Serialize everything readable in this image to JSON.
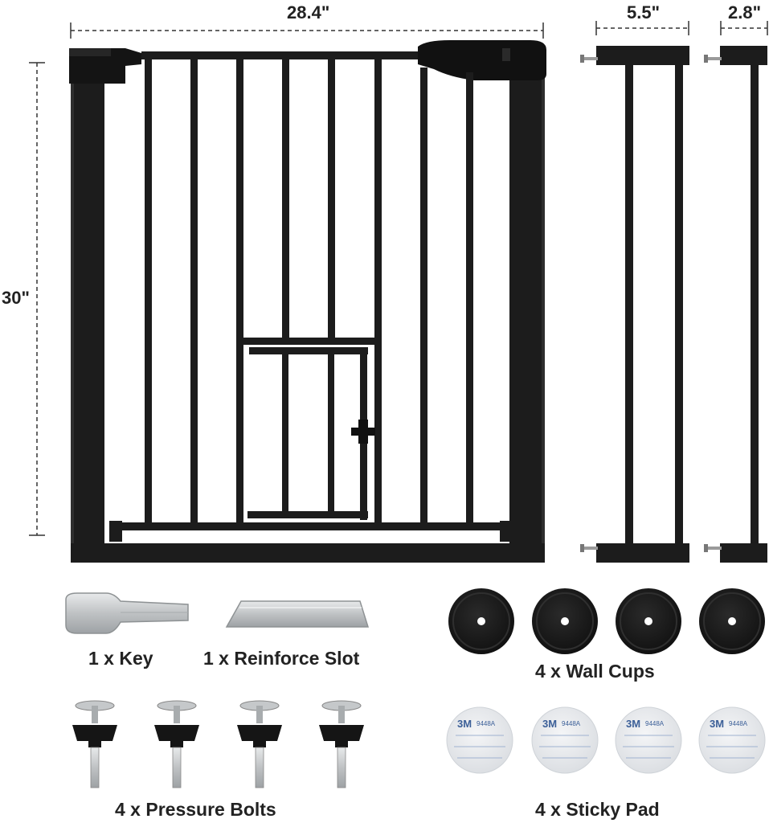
{
  "dimensions": {
    "width_label": "28.4\"",
    "height_label": "30\"",
    "extension_large_label": "5.5\"",
    "extension_small_label": "2.8\""
  },
  "accessories": {
    "key": "1 x Key",
    "reinforce_slot": "1 x Reinforce Slot",
    "wall_cups": "4 x Wall Cups",
    "pressure_bolts": "4 x Pressure Bolts",
    "sticky_pad": "4 x Sticky Pad",
    "sticky_pad_brand": "3M",
    "sticky_pad_code": "9448A"
  },
  "colors": {
    "frame": "#1c1c1c",
    "frame_edge": "#2e2e2e",
    "label": "#222222",
    "metal": "#c9cbcc",
    "pad": "#e9ebee",
    "pad_print": "#3b5f98"
  }
}
